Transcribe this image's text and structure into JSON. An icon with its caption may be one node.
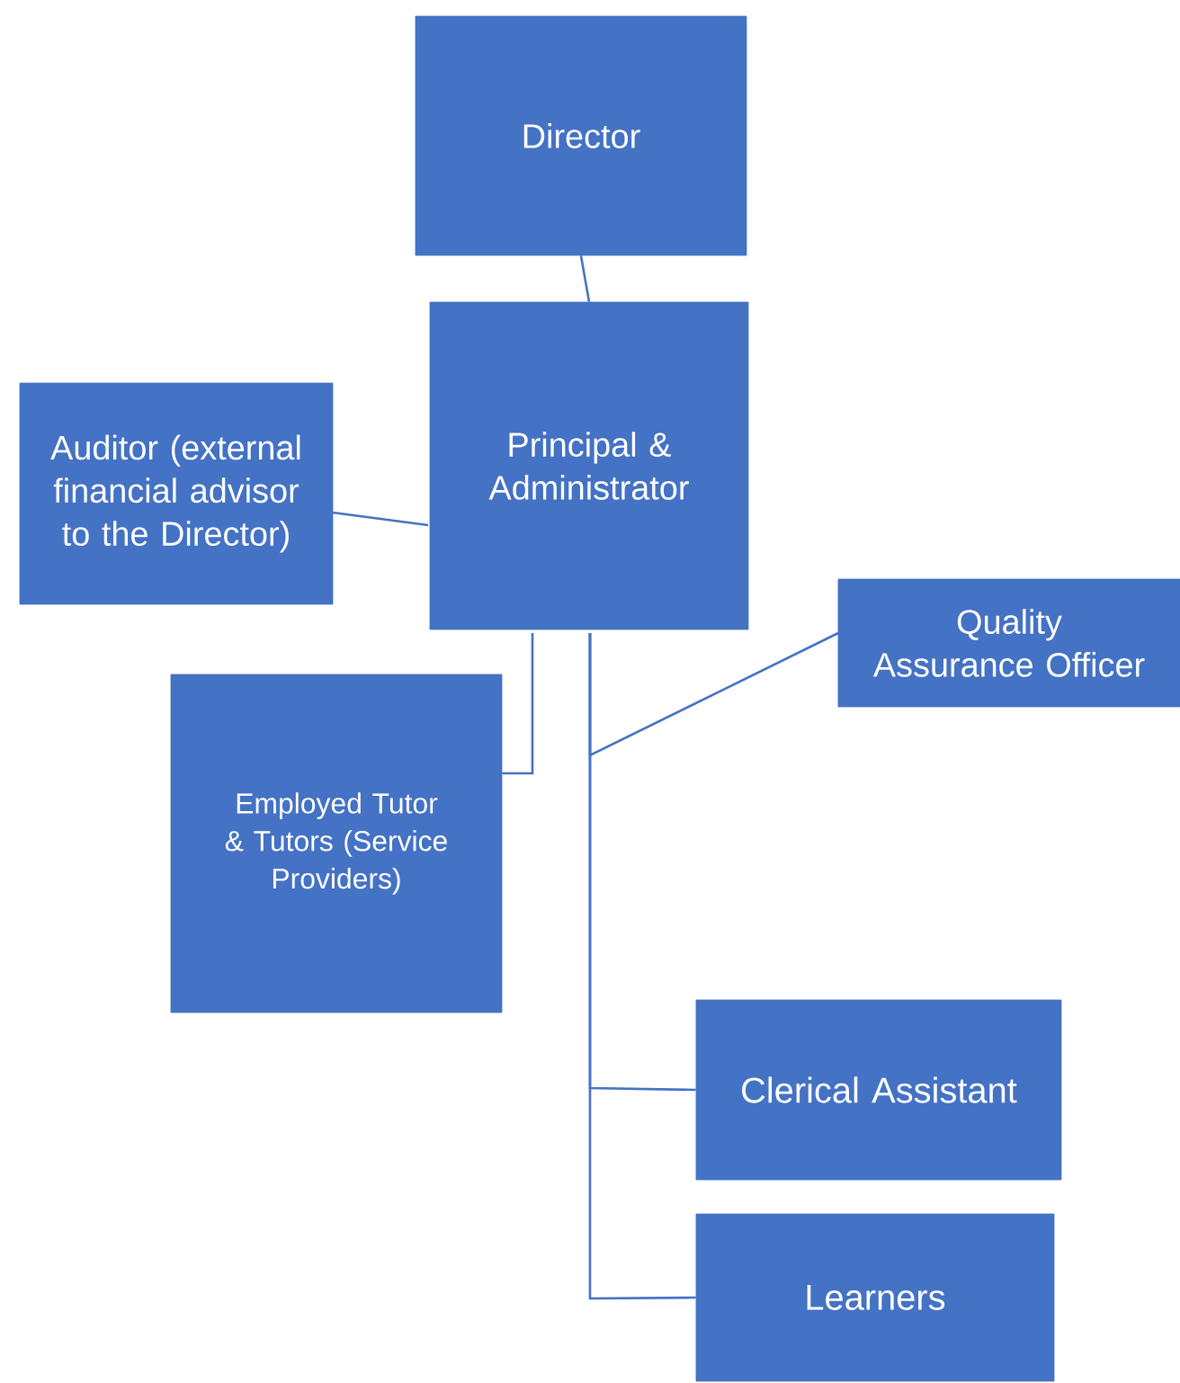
{
  "diagram": {
    "nodes": [
      {
        "text": [
          "Director"
        ]
      },
      {
        "text": [
          "Principal & Administrator"
        ]
      },
      {
        "text": [
          "Auditor (external financial advisor to the Director)"
        ]
      },
      {
        "text": [
          "Quality Assurance Officer"
        ]
      },
      {
        "text": [
          "Employed Tutor & Tutors (Service Providers)"
        ]
      },
      {
        "text": [
          "Clerical Assistant"
        ]
      },
      {
        "text": [
          "Learners"
        ]
      }
    ],
    "edges": [
      {
        "from": 0,
        "to": 1,
        "arrow": "none"
      },
      {
        "from": 2,
        "to": 1,
        "arrow": "none"
      },
      {
        "from": 1,
        "to": 4,
        "arrow": "none"
      },
      {
        "from": 1,
        "to": 3,
        "arrow": "none"
      },
      {
        "from": 1,
        "to": 5,
        "arrow": "none"
      },
      {
        "from": 1,
        "to": 6,
        "arrow": "none"
      }
    ]
  }
}
